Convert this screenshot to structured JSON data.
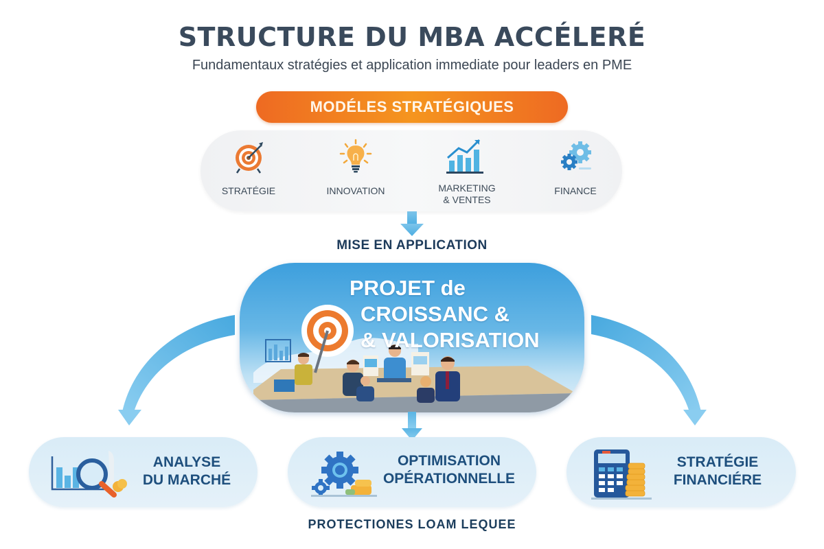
{
  "header": {
    "title": "STRUCTURE DU MBA ACCÉLERÉ",
    "subtitle": "Fundamentaux stratégies et application immediate pour leaders en PME"
  },
  "models": {
    "banner_label": "MODÉLES STRATÉGIQUES",
    "items": [
      {
        "label": "STRATÉGIE",
        "icon": "target-icon"
      },
      {
        "label": "INNOVATION",
        "icon": "lightbulb-icon"
      },
      {
        "label_line1": "MARKETING",
        "label_line2": "& VENTES",
        "icon": "growth-chart-icon"
      },
      {
        "label": "FINANCE",
        "icon": "gears-icon"
      }
    ]
  },
  "flow": {
    "mise_label": "MISE EN APPLICATION"
  },
  "project": {
    "title_line1": "PROJET de",
    "title_line2": "CROISSANC &",
    "title_line3": "& VALORISATION",
    "illustration": "team-meeting-illustration"
  },
  "outcomes": [
    {
      "line1": "ANALYSE",
      "line2": "DU MARCHÉ",
      "icon": "magnifier-chart-icon"
    },
    {
      "line1": "OPTIMISATION",
      "line2": "OPÉRATIONNELLE",
      "icon": "gears-coins-icon"
    },
    {
      "line1": "STRATÉGIE",
      "line2": "FINANCIÉRE",
      "icon": "calculator-coins-icon"
    }
  ],
  "footer": {
    "label": "PROTECTIONES LOAM LEQUEE"
  },
  "colors": {
    "title": "#3a4a5c",
    "orange_banner": "#f07a20",
    "arrow_blue": "#5ab4e4",
    "dark_navy": "#1e4f7d",
    "panel_blue": "#3d9fdd",
    "outcome_bg": "#dcedf8"
  }
}
